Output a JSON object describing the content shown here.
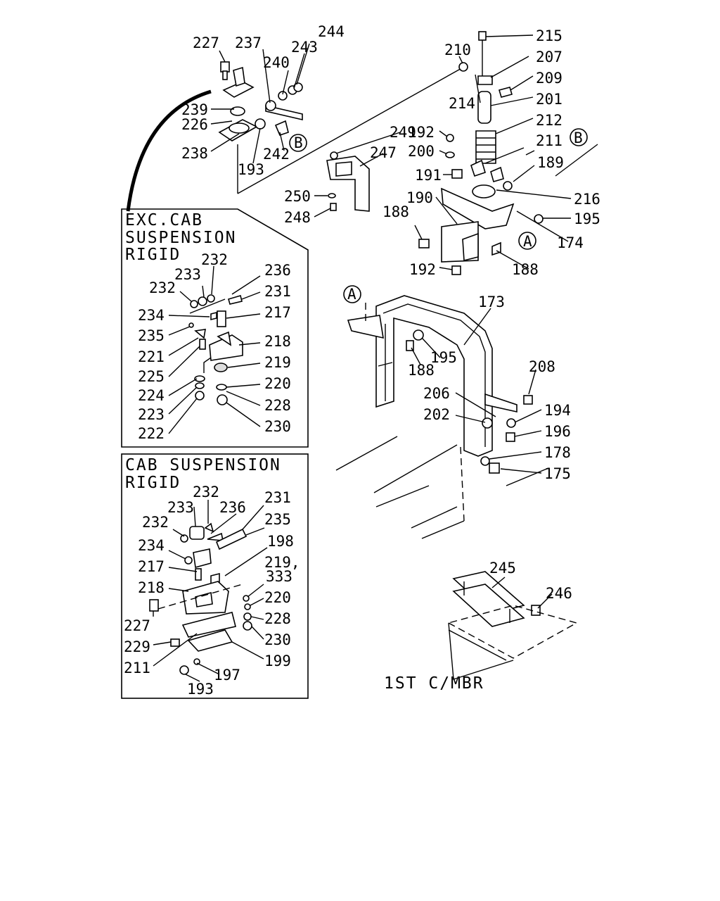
{
  "panels": {
    "exc_title_1": "EXC.CAB",
    "exc_title_2": "SUSPENSION",
    "exc_title_3": "RIGID",
    "cab_title_1": "CAB SUSPENSION",
    "cab_title_2": "RIGID"
  },
  "notes": {
    "crossmember": "1ST C/MBR"
  },
  "refs": {
    "A": "A",
    "B": "B"
  },
  "callouts": {
    "top_left": [
      "227",
      "237",
      "244",
      "240",
      "243",
      "239",
      "226",
      "238",
      "193",
      "242"
    ],
    "top_mid": [
      "249",
      "247",
      "250",
      "248"
    ],
    "top_right": [
      "215",
      "210",
      "207",
      "209",
      "214",
      "201",
      "212",
      "192",
      "200",
      "211",
      "191",
      "189",
      "190",
      "216",
      "188",
      "195",
      "174",
      "192",
      "188"
    ],
    "exc_panel": [
      "232",
      "233",
      "236",
      "232",
      "231",
      "234",
      "217",
      "235",
      "221",
      "218",
      "225",
      "219",
      "224",
      "220",
      "223",
      "228",
      "222",
      "230"
    ],
    "frame": [
      "173",
      "195",
      "188",
      "208",
      "206",
      "194",
      "202",
      "196",
      "178",
      "175"
    ],
    "cab_panel": [
      "232",
      "233",
      "236",
      "231",
      "232",
      "235",
      "234",
      "198",
      "217",
      "219,",
      "333",
      "218",
      "220",
      "227",
      "228",
      "229",
      "230",
      "211",
      "199",
      "197",
      "193"
    ],
    "crossmember": [
      "245",
      "246"
    ]
  }
}
